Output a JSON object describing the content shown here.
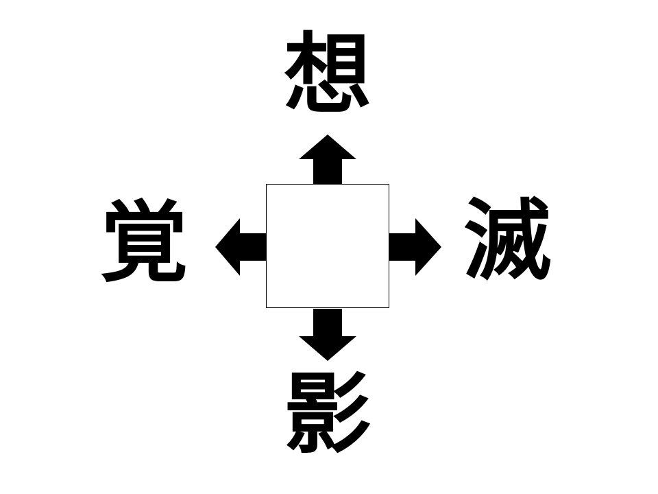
{
  "puzzle": {
    "top_kanji": "想",
    "left_kanji": "覚",
    "right_kanji": "滅",
    "bottom_kanji": "影",
    "answer_box_value": ""
  },
  "icons": {
    "up": "arrow-up-icon",
    "left": "arrow-left-icon",
    "right": "arrow-right-icon",
    "down": "arrow-down-icon"
  },
  "colors": {
    "ink": "#000000",
    "background": "#ffffff"
  }
}
